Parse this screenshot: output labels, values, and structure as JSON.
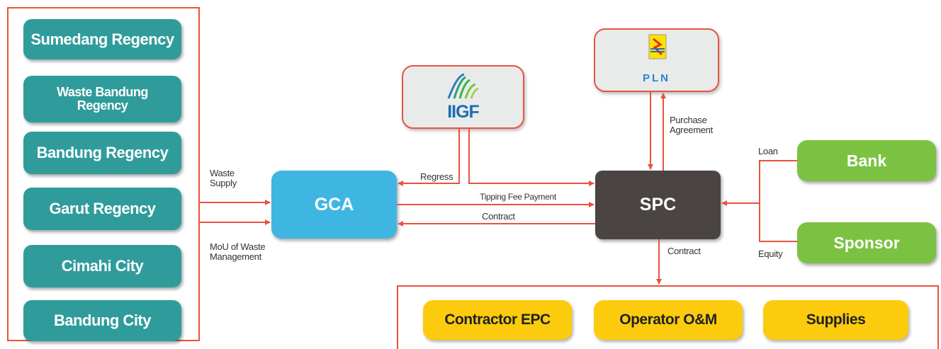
{
  "regions": [
    {
      "label": "Sumedang Regency"
    },
    {
      "label": "Waste Bandung Regency"
    },
    {
      "label": "Bandung Regency"
    },
    {
      "label": "Garut Regency"
    },
    {
      "label": "Cimahi City"
    },
    {
      "label": "Bandung City"
    }
  ],
  "nodes": {
    "gca": "GCA",
    "spc": "SPC",
    "bank": "Bank",
    "sponsor": "Sponsor",
    "iigf": "IIGF",
    "pln": "PLN"
  },
  "contractors": [
    "Contractor EPC",
    "Operator O&M",
    "Supplies"
  ],
  "labels": {
    "waste_supply": "Waste Supply",
    "mou": "MoU of Waste Management",
    "regress": "Regress",
    "tipping": "Tipping Fee Payment",
    "contract_gca": "Contract",
    "purchase": "Purchase Agreement",
    "contract_spc": "Contract",
    "loan": "Loan",
    "equity": "Equity"
  },
  "colors": {
    "line": "#e8533f",
    "region": "#2f9c9b",
    "gca": "#3fb6e2",
    "spc": "#4a4543",
    "green": "#7cc242",
    "yellow": "#fdcb0e"
  },
  "icons": {
    "iigf": "iigf-logo-icon",
    "pln": "pln-logo-icon"
  }
}
